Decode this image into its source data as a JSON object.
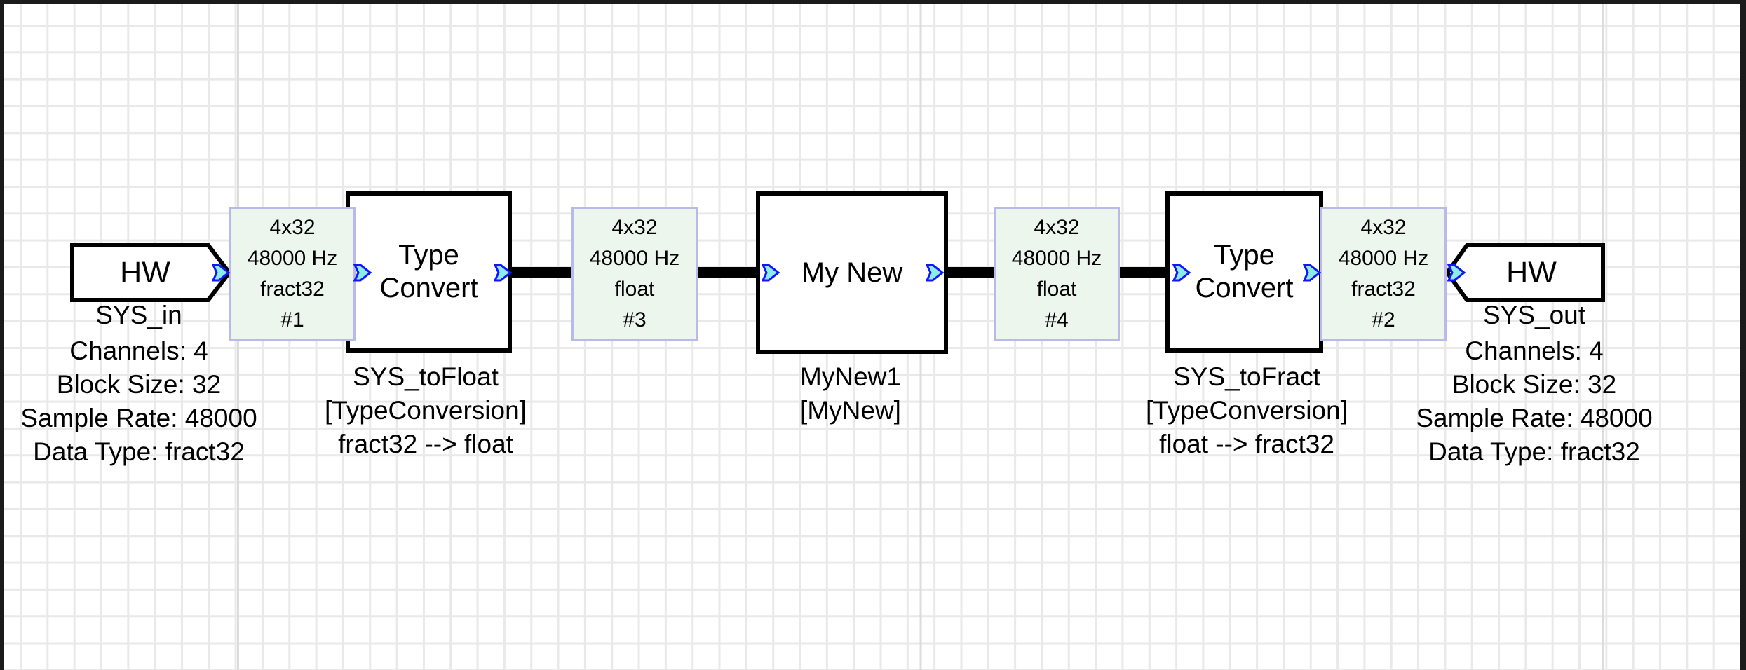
{
  "canvas": {
    "background": "#ffffff",
    "grid_line_color": "#e9e9e9",
    "grid_major_line_color": "#dcdcdc",
    "frame_color": "#1b1b1b"
  },
  "colors": {
    "block_fill": "#ffffff",
    "block_border": "#000000",
    "wire": "#000000",
    "wirebox_fill": "#edf6ec",
    "wirebox_border": "#b9b9ea",
    "port_fill": "#8ceee2",
    "port_border": "#1414ff",
    "text": "#000000"
  },
  "blocks": {
    "sys_in": {
      "type": "hw-input",
      "label": "HW",
      "name": "SYS_in",
      "props": [
        "Channels: 4",
        "Block Size: 32",
        "Sample Rate: 48000",
        "Data Type: fract32"
      ]
    },
    "sys_to_float": {
      "type": "type-convert",
      "label": "Type Convert",
      "name": "SYS_toFloat",
      "module": "[TypeConversion]",
      "conversion": "fract32 --> float"
    },
    "my_new_1": {
      "type": "module",
      "label": "My New",
      "name": "MyNew1",
      "module": "[MyNew]"
    },
    "sys_to_fract": {
      "type": "type-convert",
      "label": "Type Convert",
      "name": "SYS_toFract",
      "module": "[TypeConversion]",
      "conversion": "float --> fract32"
    },
    "sys_out": {
      "type": "hw-output",
      "label": "HW",
      "name": "SYS_out",
      "props": [
        "Channels: 4",
        "Block Size: 32",
        "Sample Rate: 48000",
        "Data Type: fract32"
      ]
    }
  },
  "wires": {
    "w1": {
      "lines": [
        "4x32",
        "48000 Hz",
        "fract32",
        "#1"
      ]
    },
    "w3": {
      "lines": [
        "4x32",
        "48000 Hz",
        "float",
        "#3"
      ]
    },
    "w4": {
      "lines": [
        "4x32",
        "48000 Hz",
        "float",
        "#4"
      ]
    },
    "w2": {
      "lines": [
        "4x32",
        "48000 Hz",
        "fract32",
        "#2"
      ]
    }
  }
}
